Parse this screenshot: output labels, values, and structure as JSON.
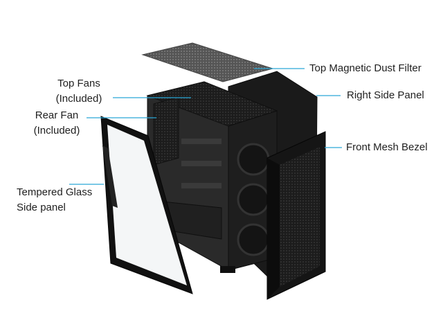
{
  "callouts": {
    "top_filter": "Top Magnetic Dust Filter",
    "right_panel": "Right Side Panel",
    "front_bezel": "Front Mesh Bezel",
    "top_fans": [
      "Top Fans",
      "(Included)"
    ],
    "rear_fan": [
      "Rear Fan",
      "(Included)"
    ],
    "glass_panel": [
      "Tempered Glass",
      "Side panel"
    ]
  },
  "colors": {
    "leader_line": "#2aa7d6",
    "case_dark": "#161616",
    "case_mid": "#2b2b2b",
    "glass": "#f4f6f7",
    "text": "#1f1f1f"
  },
  "front_fan_count": 3
}
